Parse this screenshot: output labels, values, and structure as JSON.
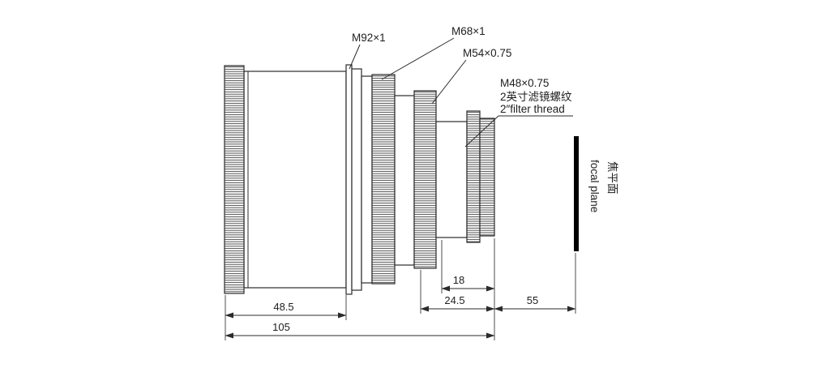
{
  "drawing": {
    "type": "technical-drawing",
    "subject": "telescope lens barrel side view with thread callouts and dimensions"
  },
  "labels": {
    "m92": "M92×1",
    "m68": "M68×1",
    "m54": "M54×0.75",
    "m48": "M48×0.75",
    "filter_cn": "2英寸滤镜螺纹",
    "filter_en": "2″filter thread",
    "focal_cn": "焦平面",
    "focal_en": "focal plane"
  },
  "dimensions": {
    "d18": "18",
    "d24_5": "24.5",
    "d48_5": "48.5",
    "d55": "55",
    "d105": "105"
  },
  "colors": {
    "line": "#2b2b2b",
    "background": "#ffffff",
    "focal_bar": "#000000"
  }
}
